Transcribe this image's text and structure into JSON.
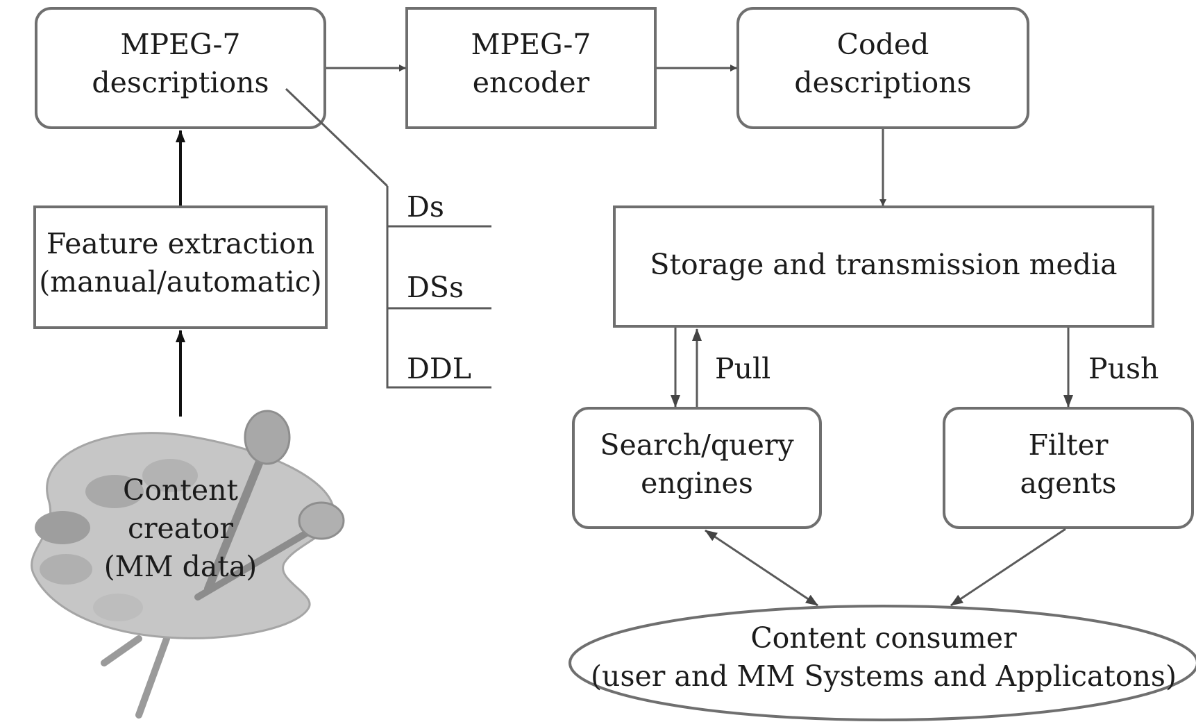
{
  "nodes": {
    "mpeg7_descriptions": [
      "MPEG-7",
      "descriptions"
    ],
    "mpeg7_encoder": [
      "MPEG-7",
      "encoder"
    ],
    "coded_descriptions": [
      "Coded",
      "descriptions"
    ],
    "feature_extraction": [
      "Feature extraction",
      "(manual/automatic)"
    ],
    "storage_media": "Storage and transmission media",
    "search_engines": [
      "Search/query",
      "engines"
    ],
    "filter_agents": [
      "Filter",
      "agents"
    ],
    "content_consumer": [
      "Content consumer",
      "(user and MM Systems and Applicatons)"
    ],
    "content_creator": [
      "Content",
      "creator",
      "(MM data)"
    ]
  },
  "description_tools": [
    "Ds",
    "DSs",
    "DDL"
  ],
  "edge_labels": {
    "pull": "Pull",
    "push": "Push"
  },
  "icons": {
    "creator": "paint-palette-icon"
  },
  "colors": {
    "box_stroke": "#6f6f6f",
    "arrow": "#5a5a5a",
    "palette": "#c8c8c8"
  }
}
